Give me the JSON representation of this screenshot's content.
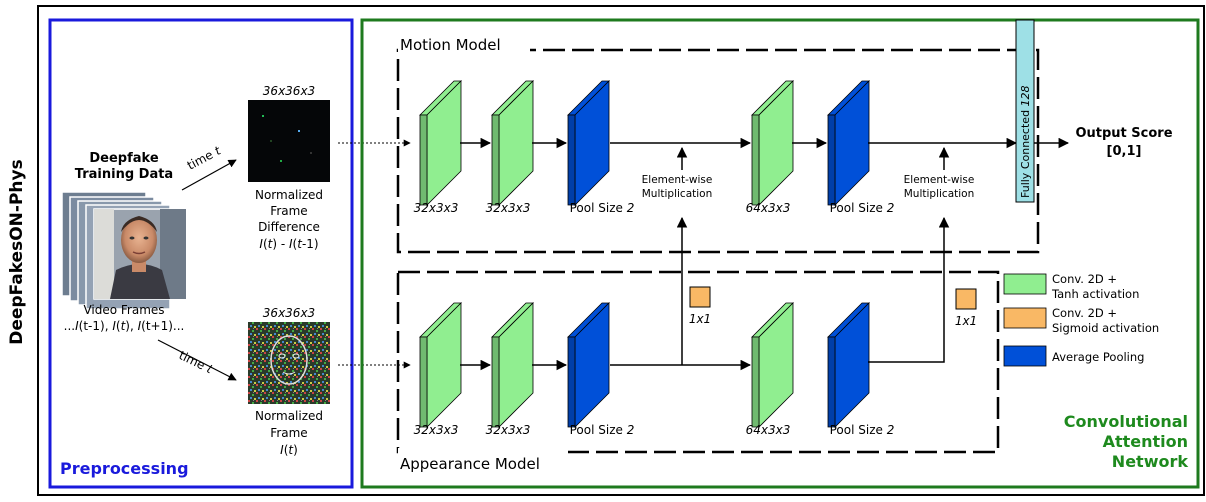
{
  "side_title": "DeepFakesON-Phys",
  "preprocessing": {
    "label": "Preprocessing",
    "training_data_line1": "Deepfake",
    "training_data_line2": "Training Data",
    "video_frames_label": "Video Frames",
    "video_frames_seq_parts": [
      "...",
      "I",
      "(t-1), ",
      "I",
      "(",
      "t",
      "), ",
      "I",
      "(t+1)..."
    ],
    "time_label_prefix": "time ",
    "time_label_var": "t",
    "top_image": {
      "size": "36x36x3",
      "caption_line1": "Normalized",
      "caption_line2": "Frame",
      "caption_line3": "Difference",
      "formula_parts": [
        "I",
        "(",
        "t",
        ") - ",
        "I",
        "(",
        "t",
        "-1)"
      ]
    },
    "bottom_image": {
      "size": "36x36x3",
      "caption_line1": "Normalized",
      "caption_line2": "Frame",
      "formula_parts": [
        "I",
        "(",
        "t",
        ")"
      ]
    }
  },
  "network": {
    "label_line1": "Convolutional",
    "label_line2": "Attention",
    "label_line3": "Network",
    "motion_model": {
      "title": "Motion Model",
      "layers": [
        {
          "type": "conv",
          "label": "32x3x3"
        },
        {
          "type": "conv",
          "label": "32x3x3"
        },
        {
          "type": "pool",
          "label_prefix": "Pool Size ",
          "label_value": "2"
        },
        {
          "type": "conv",
          "label": "64x3x3"
        },
        {
          "type": "pool",
          "label_prefix": "Pool Size ",
          "label_value": "2"
        }
      ],
      "multiply_label_line1": "Element-wise",
      "multiply_label_line2": "Multiplication",
      "fc_label_prefix": "Fully Connected ",
      "fc_label_value": "128"
    },
    "appearance_model": {
      "title": "Appearance Model",
      "layers": [
        {
          "type": "conv",
          "label": "32x3x3"
        },
        {
          "type": "conv",
          "label": "32x3x3"
        },
        {
          "type": "pool",
          "label_prefix": "Pool Size ",
          "label_value": "2"
        },
        {
          "type": "conv",
          "label": "64x3x3"
        },
        {
          "type": "pool",
          "label_prefix": "Pool Size ",
          "label_value": "2"
        }
      ],
      "attention_label": "1x1"
    },
    "output": {
      "line1": "Output Score",
      "line2": "[0,1]"
    }
  },
  "legend": [
    {
      "color": "#90ee90",
      "line1": "Conv. 2D +",
      "line2": "Tanh activation"
    },
    {
      "color": "#f9b865",
      "line1": "Conv. 2D +",
      "line2": "Sigmoid activation"
    },
    {
      "color": "#0050d8",
      "line1": "Average Pooling",
      "line2": ""
    }
  ],
  "colors": {
    "preprocessing_border": "#1a1adc",
    "network_border": "#1e7a1e",
    "conv": "#90ee90",
    "pool": "#0050d8",
    "attention": "#f9b865",
    "fc": "#9ee0e6"
  }
}
